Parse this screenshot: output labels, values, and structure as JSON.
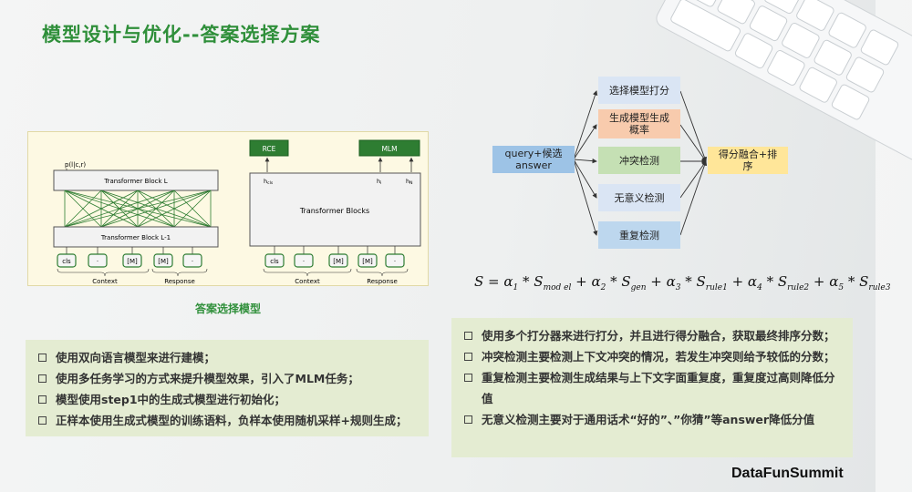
{
  "page": {
    "title": "模型设计与优化--答案选择方案",
    "brand": "DataFunSummit"
  },
  "diagram": {
    "prob_label": "p(l|c,r)",
    "block_top": "Transformer Block L",
    "block_bottom": "Transformer Block L-1",
    "blocks_right": "Transformer Blocks",
    "rce": "RCE",
    "mlm": "MLM",
    "h_cls": "h",
    "h_cls_sub": "cls",
    "h_i": "h",
    "h_i_sub": "i",
    "h_n": "h",
    "h_n_sub": "N",
    "tokens_left": [
      "cls",
      "·",
      "[M]",
      "[M]",
      "·"
    ],
    "tokens_right": [
      "cls",
      "·",
      "[M]",
      "[M]",
      "·"
    ],
    "context_label": "Context",
    "response_label": "Response",
    "caption": "答案选择模型"
  },
  "flow": {
    "input": "query+候选\nanswer",
    "nodes": [
      "选择模型打分",
      "生成模型生成\n概率",
      "冲突检测",
      "无意义检测",
      "重复检测"
    ],
    "output": "得分融合+排\n序",
    "colors": {
      "input": "#9dc3e6",
      "node_blue": "#dae5f4",
      "node_orange": "#f8cbad",
      "node_green": "#c5e0b4",
      "node_mid_blue": "#bdd7ee",
      "output": "#ffe699"
    }
  },
  "formula": {
    "text": "S = α1 * Smodel + α2 * Sgen + α3 * Srule1 + α4 * Srule2 + α5 * Srule3"
  },
  "left_bullets": [
    "使用双向语言模型来进行建模；",
    "使用多任务学习的方式来提升模型效果，引入了MLM任务；",
    "模型使用step1中的生成式模型进行初始化；",
    "正样本使用生成式模型的训练语料，负样本使用随机采样+规则生成；"
  ],
  "right_bullets": [
    "使用多个打分器来进行打分，并且进行得分融合，获取最终排序分数；",
    "冲突检测主要检测上下文冲突的情况，若发生冲突则给予较低的分数；",
    "重复检测主要检测生成结果与上下文字面重复度，重复度过高则降低分值",
    "无意义检测主要对于通用话术“好的”、”你猜”等answer降低分值"
  ]
}
